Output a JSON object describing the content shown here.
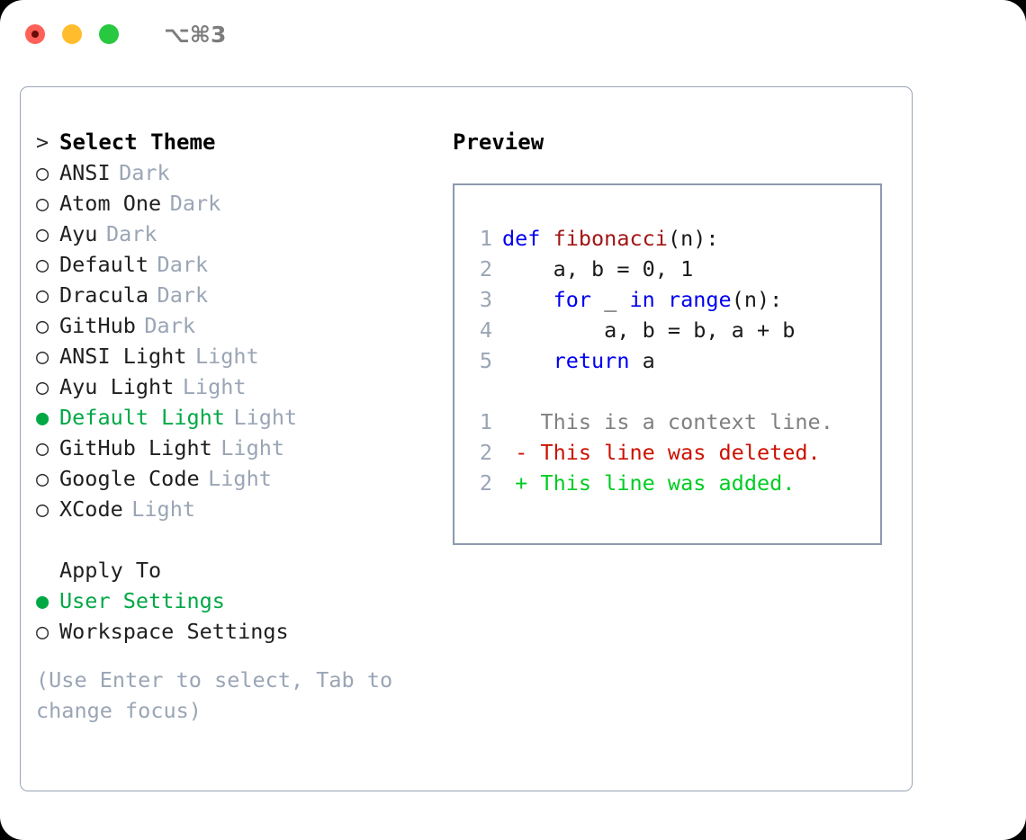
{
  "window": {
    "shortcut": "⌥⌘3",
    "traffic_lights": [
      "close-red",
      "minimize-yellow",
      "maximize-green"
    ]
  },
  "left_panel": {
    "header": {
      "marker": ">",
      "label": "Select Theme"
    },
    "themes": [
      {
        "marker": "○",
        "name": "ANSI",
        "variant": "Dark",
        "selected": false
      },
      {
        "marker": "○",
        "name": "Atom One",
        "variant": "Dark",
        "selected": false
      },
      {
        "marker": "○",
        "name": "Ayu",
        "variant": "Dark",
        "selected": false
      },
      {
        "marker": "○",
        "name": "Default",
        "variant": "Dark",
        "selected": false
      },
      {
        "marker": "○",
        "name": "Dracula",
        "variant": "Dark",
        "selected": false
      },
      {
        "marker": "○",
        "name": "GitHub",
        "variant": "Dark",
        "selected": false
      },
      {
        "marker": "○",
        "name": "ANSI Light",
        "variant": "Light",
        "selected": false
      },
      {
        "marker": "○",
        "name": "Ayu Light",
        "variant": "Light",
        "selected": false
      },
      {
        "marker": "●",
        "name": "Default Light",
        "variant": "Light",
        "selected": true
      },
      {
        "marker": "○",
        "name": "GitHub Light",
        "variant": "Light",
        "selected": false
      },
      {
        "marker": "○",
        "name": "Google Code",
        "variant": "Light",
        "selected": false
      },
      {
        "marker": "○",
        "name": "XCode",
        "variant": "Light",
        "selected": false
      }
    ],
    "apply_to": {
      "title": "Apply To",
      "options": [
        {
          "marker": "●",
          "label": "User Settings",
          "selected": true
        },
        {
          "marker": "○",
          "label": "Workspace Settings",
          "selected": false
        }
      ]
    },
    "hint": "(Use Enter to select, Tab to change focus)"
  },
  "preview": {
    "title": "Preview",
    "code_lines": [
      {
        "num": "1",
        "tokens": [
          {
            "t": "def ",
            "c": "kw"
          },
          {
            "t": "fibonacci",
            "c": "fn"
          },
          {
            "t": "(n):",
            "c": "plain"
          }
        ]
      },
      {
        "num": "2",
        "tokens": [
          {
            "t": "    a, b = 0, 1",
            "c": "plain"
          }
        ]
      },
      {
        "num": "3",
        "tokens": [
          {
            "t": "    ",
            "c": "plain"
          },
          {
            "t": "for",
            "c": "kw"
          },
          {
            "t": " _ ",
            "c": "plain"
          },
          {
            "t": "in",
            "c": "kw"
          },
          {
            "t": " ",
            "c": "plain"
          },
          {
            "t": "range",
            "c": "kw"
          },
          {
            "t": "(n):",
            "c": "plain"
          }
        ]
      },
      {
        "num": "4",
        "tokens": [
          {
            "t": "        a, b = b, a + b",
            "c": "plain"
          }
        ]
      },
      {
        "num": "5",
        "tokens": [
          {
            "t": "    ",
            "c": "plain"
          },
          {
            "t": "return",
            "c": "kw"
          },
          {
            "t": " a",
            "c": "plain"
          }
        ]
      }
    ],
    "diff_lines": [
      {
        "num": "1",
        "sign": "  ",
        "text": "This is a context line.",
        "kind": "ctx"
      },
      {
        "num": "2",
        "sign": "- ",
        "text": "This line was deleted.",
        "kind": "del"
      },
      {
        "num": "2",
        "sign": "+ ",
        "text": "This line was added.",
        "kind": "add"
      }
    ]
  },
  "colors": {
    "selection_green": "#00a845",
    "muted": "#9aa5b5",
    "keyword_blue": "#0000ee",
    "function_red": "#a31515",
    "diff_deleted": "#cc1100",
    "diff_added": "#00cc22",
    "panel_border": "#9aa5b5"
  }
}
